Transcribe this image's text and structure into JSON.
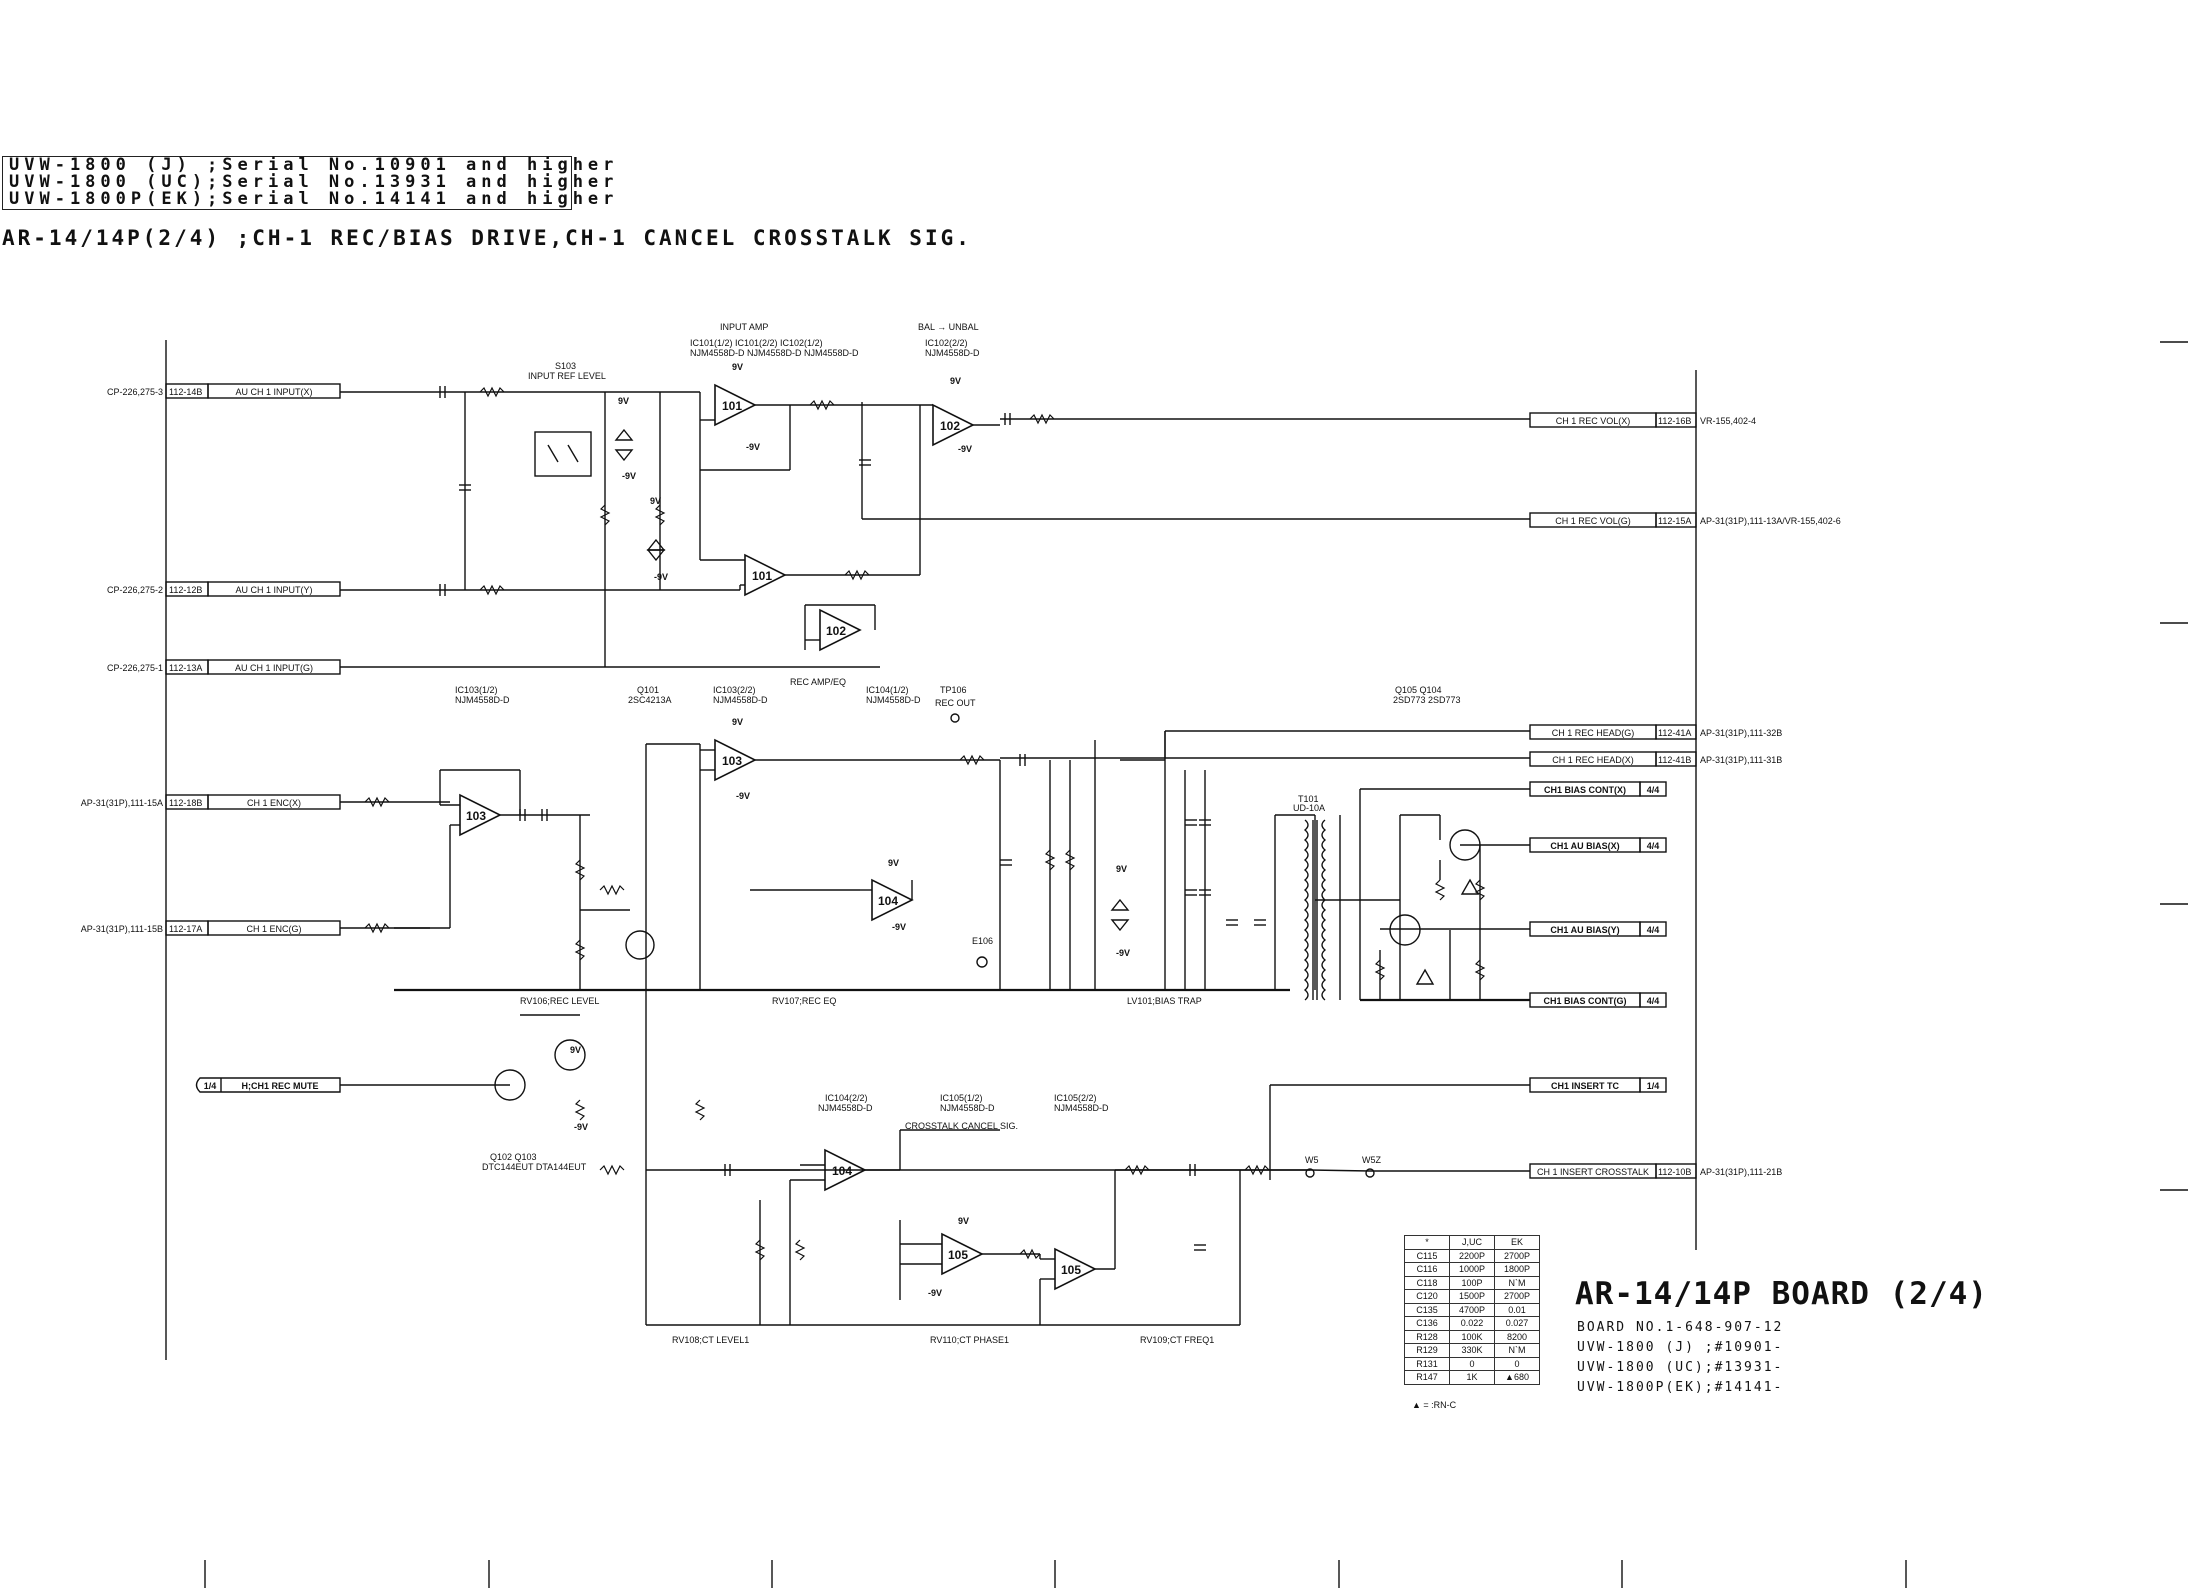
{
  "header": {
    "serial_lines": [
      "UVW-1800 (J) ;Serial No.10901 and higher",
      "UVW-1800 (UC);Serial No.13931 and higher",
      "UVW-1800P(EK);Serial No.14141 and higher"
    ],
    "title": "AR-14/14P(2/4) ;CH-1 REC/BIAS DRIVE,CH-1 CANCEL CROSSTALK SIG."
  },
  "board": {
    "title": "AR-14/14P BOARD (2/4)",
    "info": [
      "BOARD NO.1-648-907-12",
      "UVW-1800 (J) ;#10901-",
      "UVW-1800 (UC);#13931-",
      "UVW-1800P(EK);#14141-"
    ]
  },
  "legend_table": {
    "header": [
      "*",
      "J,UC",
      "EK"
    ],
    "rows": [
      [
        "C115",
        "2200P",
        "2700P"
      ],
      [
        "C116",
        "1000P",
        "1800P"
      ],
      [
        "C118",
        "100P",
        "N`M"
      ],
      [
        "C120",
        "1500P",
        "2700P"
      ],
      [
        "C135",
        "4700P",
        "0.01"
      ],
      [
        "C136",
        "0.022",
        "0.027"
      ],
      [
        "R128",
        "100K",
        "8200"
      ],
      [
        "R129",
        "330K",
        "N`M"
      ],
      [
        "R131",
        "0",
        "0"
      ],
      [
        "R147",
        "1K",
        "▲680"
      ]
    ],
    "note": "▲ = :RN-C"
  },
  "inputs_left": [
    {
      "ref": "CP-226,275-3",
      "conn": "112-14B",
      "label": "AU CH 1 INPUT(X)"
    },
    {
      "ref": "CP-226,275-2",
      "conn": "112-12B",
      "label": "AU CH 1 INPUT(Y)"
    },
    {
      "ref": "CP-226,275-1",
      "conn": "112-13A",
      "label": "AU CH 1 INPUT(G)"
    },
    {
      "ref": "AP-31(31P),111-15A",
      "conn": "112-18B",
      "label": "CH 1 ENC(X)"
    },
    {
      "ref": "AP-31(31P),111-15B",
      "conn": "112-17A",
      "label": "CH 1 ENC(G)"
    }
  ],
  "outputs_right": [
    {
      "label": "CH 1 REC VOL(X)",
      "conn": "112-16B",
      "ref": "VR-155,402-4"
    },
    {
      "label": "CH 1 REC VOL(G)",
      "conn": "112-15A",
      "ref": "AP-31(31P),111-13A/VR-155,402-6"
    },
    {
      "label": "CH 1 REC HEAD(G)",
      "conn": "112-41A",
      "ref": "AP-31(31P),111-32B"
    },
    {
      "label": "CH 1 REC HEAD(X)",
      "conn": "112-41B",
      "ref": "AP-31(31P),111-31B"
    },
    {
      "label": "CH 1 INSERT CROSSTALK",
      "conn": "112-10B",
      "ref": "AP-31(31P),111-21B"
    }
  ],
  "sheet_links": [
    {
      "label": "CH1 BIAS CONT(X)",
      "page": "4/4"
    },
    {
      "label": "CH1 AU BIAS(X)",
      "page": "4/4"
    },
    {
      "label": "CH1 AU BIAS(Y)",
      "page": "4/4"
    },
    {
      "label": "CH1 BIAS CONT(G)",
      "page": "4/4"
    },
    {
      "label": "CH1 INSERT TC",
      "page": "1/4"
    }
  ],
  "mute_link": {
    "page": "1/4",
    "label": "H;CH1 REC MUTE"
  },
  "section_labels": {
    "input_amp": "INPUT AMP",
    "bal_unbal": "BAL → UNBAL",
    "input_ics": "IC101(1/2)  IC101(2/2)  IC102(1/2)",
    "input_ics_type": "NJM4558D-D  NJM4558D-D  NJM4558D-D",
    "ic102_2": "IC102(2/2)",
    "ic102_2_type": "NJM4558D-D",
    "input_ref_level": "INPUT REF LEVEL",
    "s103": "S103",
    "rec_amp_eq": "REC AMP/EQ",
    "ic103_1": "IC103(1/2)",
    "ic103_1_type": "NJM4558D-D",
    "q101": "Q101",
    "q101_type": "2SC4213A",
    "ic103_2": "IC103(2/2)",
    "ic103_2_type": "NJM4558D-D",
    "ic104_1": "IC104(1/2)",
    "ic104_1_type": "NJM4558D-D",
    "tp106": "TP106",
    "rec_out": "REC OUT",
    "q105_q104": "Q105    Q104",
    "q_types": "2SD773  2SD773",
    "crosstalk": "CROSSTALK CANCEL SIG.",
    "ic104_2": "IC104(2/2)",
    "ic104_2_type": "NJM4558D-D",
    "ic105_1": "IC105(1/2)",
    "ic105_1_type": "NJM4558D-D",
    "ic105_2": "IC105(2/2)",
    "ic105_2_type": "NJM4558D-D",
    "q102_q103": "Q102      Q103",
    "q102_types": "DTC144EUT  DTA144EUT",
    "rv106": "RV106;REC LEVEL",
    "rv107": "RV107;REC EQ",
    "lv101": "LV101;BIAS TRAP",
    "rv108": "RV108;CT LEVEL1",
    "rv110": "RV110;CT PHASE1",
    "rv109": "RV109;CT FREQ1",
    "t101": "T101",
    "t101_type": "UD-10A",
    "e106": "E106",
    "w5": "W5",
    "w5z": "W5Z"
  },
  "opamps": [
    "101",
    "101",
    "102",
    "102",
    "103",
    "103",
    "104",
    "104",
    "105",
    "105"
  ],
  "supply_labels": [
    "9V",
    "-9V"
  ]
}
